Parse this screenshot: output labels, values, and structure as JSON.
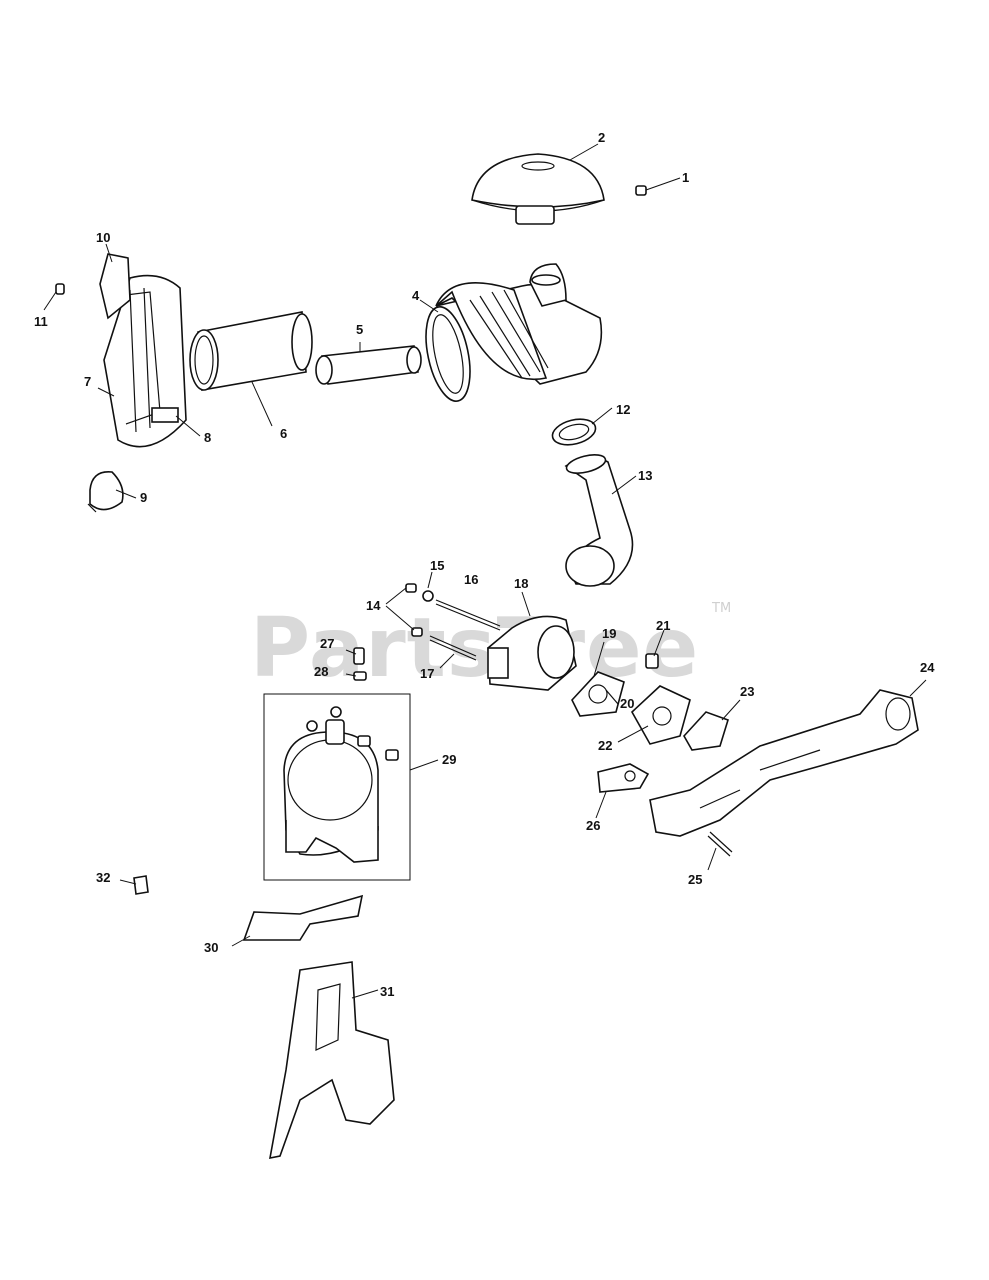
{
  "watermark": {
    "text": "PartsTree",
    "trademark": "TM"
  },
  "callouts": [
    "1",
    "2",
    "4",
    "5",
    "6",
    "7",
    "8",
    "9",
    "10",
    "11",
    "12",
    "13",
    "14",
    "15",
    "16",
    "17",
    "18",
    "19",
    "20",
    "21",
    "22",
    "23",
    "24",
    "25",
    "26",
    "27",
    "28",
    "29",
    "30",
    "31",
    "32"
  ],
  "colors": {
    "line": "#111111",
    "background": "#ffffff",
    "watermark": "#d9d9d9"
  }
}
